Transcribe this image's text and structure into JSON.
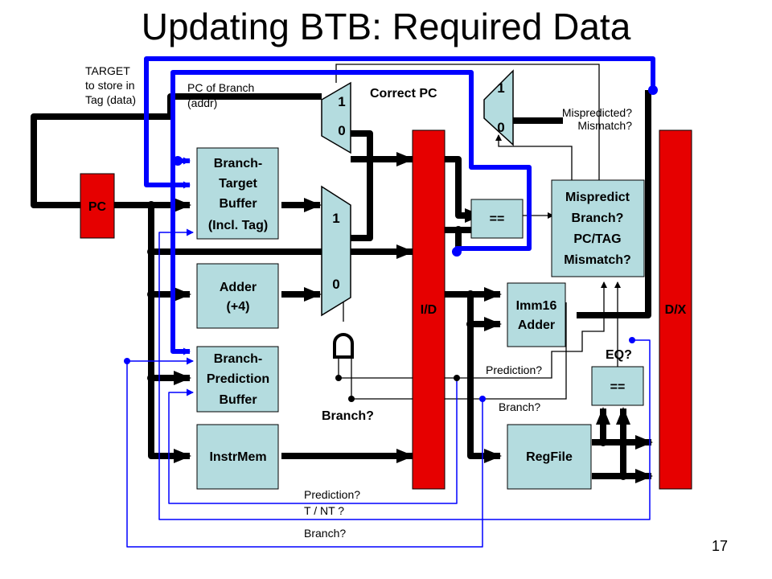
{
  "slide": {
    "title": "Updating BTB: Required Data",
    "page_number": "17"
  },
  "blocks": {
    "pc": "PC",
    "btb": [
      "Branch-",
      "Target",
      "Buffer",
      "(Incl. Tag)"
    ],
    "adder": [
      "Adder",
      "(+4)"
    ],
    "bpb": [
      "Branch-",
      "Prediction",
      "Buffer"
    ],
    "instrmem": "InstrMem",
    "id_reg": "I/D",
    "dx_reg": "D/X",
    "eq_top": "==",
    "eq_bottom": "==",
    "mispredict": [
      "Mispredict",
      "Branch?",
      "PC/TAG",
      "Mismatch?"
    ],
    "imm_adder": [
      "Imm16",
      "Adder"
    ],
    "regfile": "RegFile"
  },
  "mux_labels": {
    "top_left_1": "1",
    "top_left_0": "0",
    "top_right_1": "1",
    "top_right_0": "0",
    "mid_1": "1",
    "mid_0": "0"
  },
  "labels": {
    "target_to_store": [
      "TARGET",
      "to store in",
      "Tag (data)"
    ],
    "pc_of_branch": [
      "PC of Branch",
      "(addr)"
    ],
    "correct_pc": "Correct PC",
    "mispredicted": [
      "Mispredicted?",
      "Mismatch?"
    ],
    "eq": "EQ?",
    "prediction_mid": "Prediction?",
    "branch_mid": "Branch?",
    "branch_bold": "Branch?",
    "prediction_bottom": "Prediction?",
    "tnt": "T / NT ?",
    "branch_bottom": "Branch?"
  },
  "colors": {
    "block_fill": "#b4dcdf",
    "pipeline_reg": "#e60000",
    "highlight": "#0000ff",
    "wire": "#000000"
  }
}
